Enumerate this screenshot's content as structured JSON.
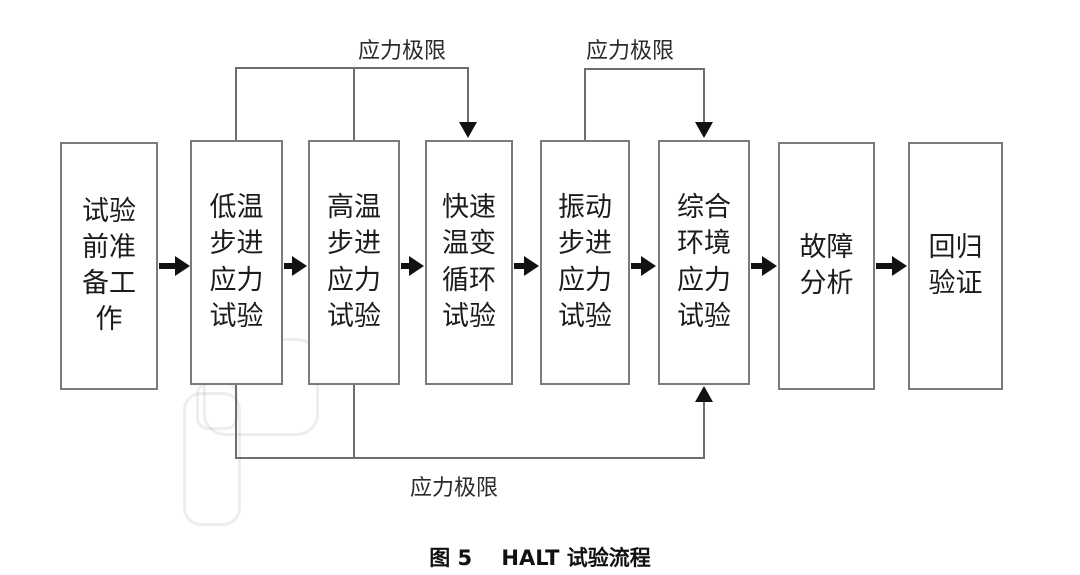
{
  "figure": {
    "caption": "图 5    HALT 试验流程",
    "caption_label": "图 5",
    "caption_title": "HALT 试验流程"
  },
  "flow": {
    "boxes": [
      {
        "id": "pre-test-preparation",
        "text": "试验\n前准\n备工\n作",
        "lines": [
          "试验",
          "前准",
          "备工",
          "作"
        ]
      },
      {
        "id": "low-temp-step-stress",
        "text": "低温\n步进\n应力\n试验",
        "lines": [
          "低温",
          "步进",
          "应力",
          "试验"
        ]
      },
      {
        "id": "high-temp-step-stress",
        "text": "高温\n步进\n应力\n试验",
        "lines": [
          "高温",
          "步进",
          "应力",
          "试验"
        ]
      },
      {
        "id": "rapid-thermal-cycling",
        "text": "快速\n温变\n循环\n试验",
        "lines": [
          "快速",
          "温变",
          "循环",
          "试验"
        ]
      },
      {
        "id": "vibration-step-stress",
        "text": "振动\n步进\n应力\n试验",
        "lines": [
          "振动",
          "步进",
          "应力",
          "试验"
        ]
      },
      {
        "id": "combined-env-stress",
        "text": "综合\n环境\n应力\n试验",
        "lines": [
          "综合",
          "环境",
          "应力",
          "试验"
        ]
      },
      {
        "id": "failure-analysis",
        "text": "故障\n分析",
        "lines": [
          "故障",
          "分析"
        ]
      },
      {
        "id": "regression-validation",
        "text": "回归\n验证",
        "lines": [
          "回归",
          "验证"
        ]
      }
    ],
    "feedback_labels": {
      "top_left": "应力极限",
      "top_right": "应力极限",
      "bottom": "应力极限"
    }
  },
  "colors": {
    "box_border": "#7b7b7b",
    "line": "#6e6e6e",
    "arrow": "#111111",
    "text": "#1c1c1c",
    "background": "#ffffff"
  }
}
